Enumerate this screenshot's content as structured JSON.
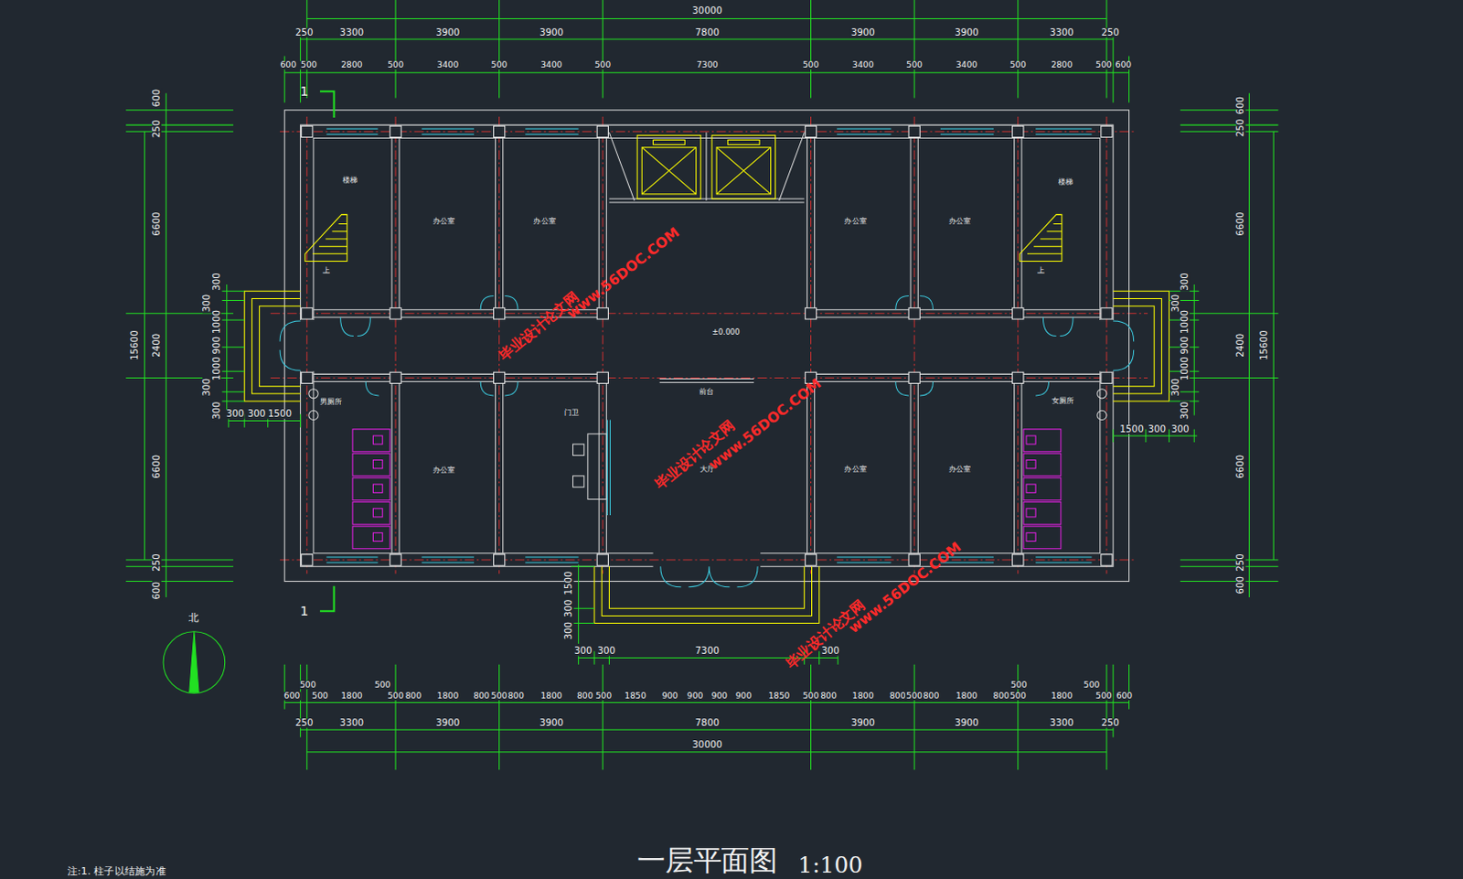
{
  "diagram": {
    "title": "一层平面图",
    "nodes": [
      {
        "text": [
          "楼梯",
          "上"
        ]
      },
      {
        "text": [
          "办公室"
        ]
      },
      {
        "text": [
          "办公室"
        ]
      },
      {
        "text": [
          "大厅"
        ]
      },
      {
        "text": [
          "办公室"
        ]
      },
      {
        "text": [
          "办公室"
        ]
      },
      {
        "text": [
          "楼梯",
          "上"
        ]
      },
      {
        "text": [
          "男厕所"
        ]
      },
      {
        "text": [
          "办公室"
        ]
      },
      {
        "text": [
          "门卫"
        ]
      },
      {
        "text": [
          "办公室"
        ]
      },
      {
        "text": [
          "办公室"
        ]
      },
      {
        "text": [
          "女厕所"
        ]
      }
    ],
    "labels": [
      "30000",
      "250",
      "3300",
      "3900",
      "3900",
      "7800",
      "3900",
      "3900",
      "3300",
      "250",
      "600",
      "500",
      "2800",
      "500",
      "3400",
      "500",
      "3400",
      "500",
      "7300",
      "500",
      "3400",
      "500",
      "3400",
      "500",
      "2800",
      "500",
      "600",
      "1",
      "600",
      "250",
      "6600",
      "15600",
      "2400",
      "6600",
      "250",
      "600",
      "300",
      "300",
      "1000",
      "900",
      "1000",
      "300",
      "300",
      "300",
      "300",
      "1500",
      "600",
      "250",
      "6600",
      "15600",
      "2400",
      "6600",
      "250",
      "600",
      "300",
      "300",
      "1000",
      "900",
      "1000",
      "300",
      "300",
      "1500",
      "300",
      "300",
      "www.56DOC.COM",
      "毕业设计论文网",
      "±0.000",
      "前台",
      "www.56DOC.COM",
      "毕业设计论文网",
      "www.56DOC.COM",
      "毕业设计论文网",
      "1500",
      "300",
      "300",
      "300",
      "300",
      "7300",
      "300",
      "1",
      "北",
      "500",
      "500",
      "500",
      "500",
      "600",
      "500",
      "1800",
      "500",
      "800",
      "1800",
      "800",
      "500",
      "800",
      "1800",
      "800",
      "500",
      "1850",
      "900",
      "900",
      "900",
      "900",
      "1850",
      "500",
      "800",
      "1800",
      "800",
      "500",
      "800",
      "1800",
      "800",
      "500",
      "1800",
      "500",
      "600",
      "250",
      "3300",
      "3900",
      "3900",
      "7800",
      "3900",
      "3900",
      "3300",
      "250",
      "30000",
      "1:100",
      "注:1. 柱子以结施为准"
    ]
  }
}
